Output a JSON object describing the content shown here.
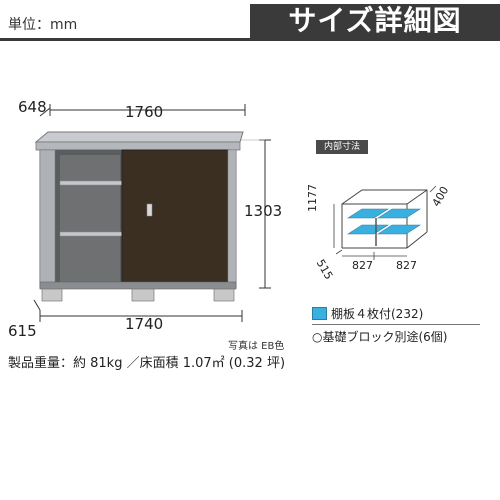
{
  "header": {
    "unit_label": "単位：mm",
    "title": "サイズ詳細図"
  },
  "dimensions": {
    "top_depth": "648",
    "top_width": "1760",
    "height": "1303",
    "bottom_depth": "615",
    "bottom_width": "1740"
  },
  "interior": {
    "tag": "内部寸法",
    "height": "1177",
    "depth_top": "400",
    "depth_bottom": "515",
    "width_left": "827",
    "width_right": "827"
  },
  "legend": {
    "shelf": "棚板４枚付(232)",
    "blocks": "○基礎ブロック別途(6個)"
  },
  "photo_note": "写真は EB色",
  "spec": "製品重量：約 81kg ／床面積 1.07㎡ (0.32 坪)",
  "colors": {
    "door": "#3b2f22",
    "frame": "#9a9ea2",
    "shelf_blue": "#3ab0e0",
    "banner": "#3a3a3a"
  }
}
